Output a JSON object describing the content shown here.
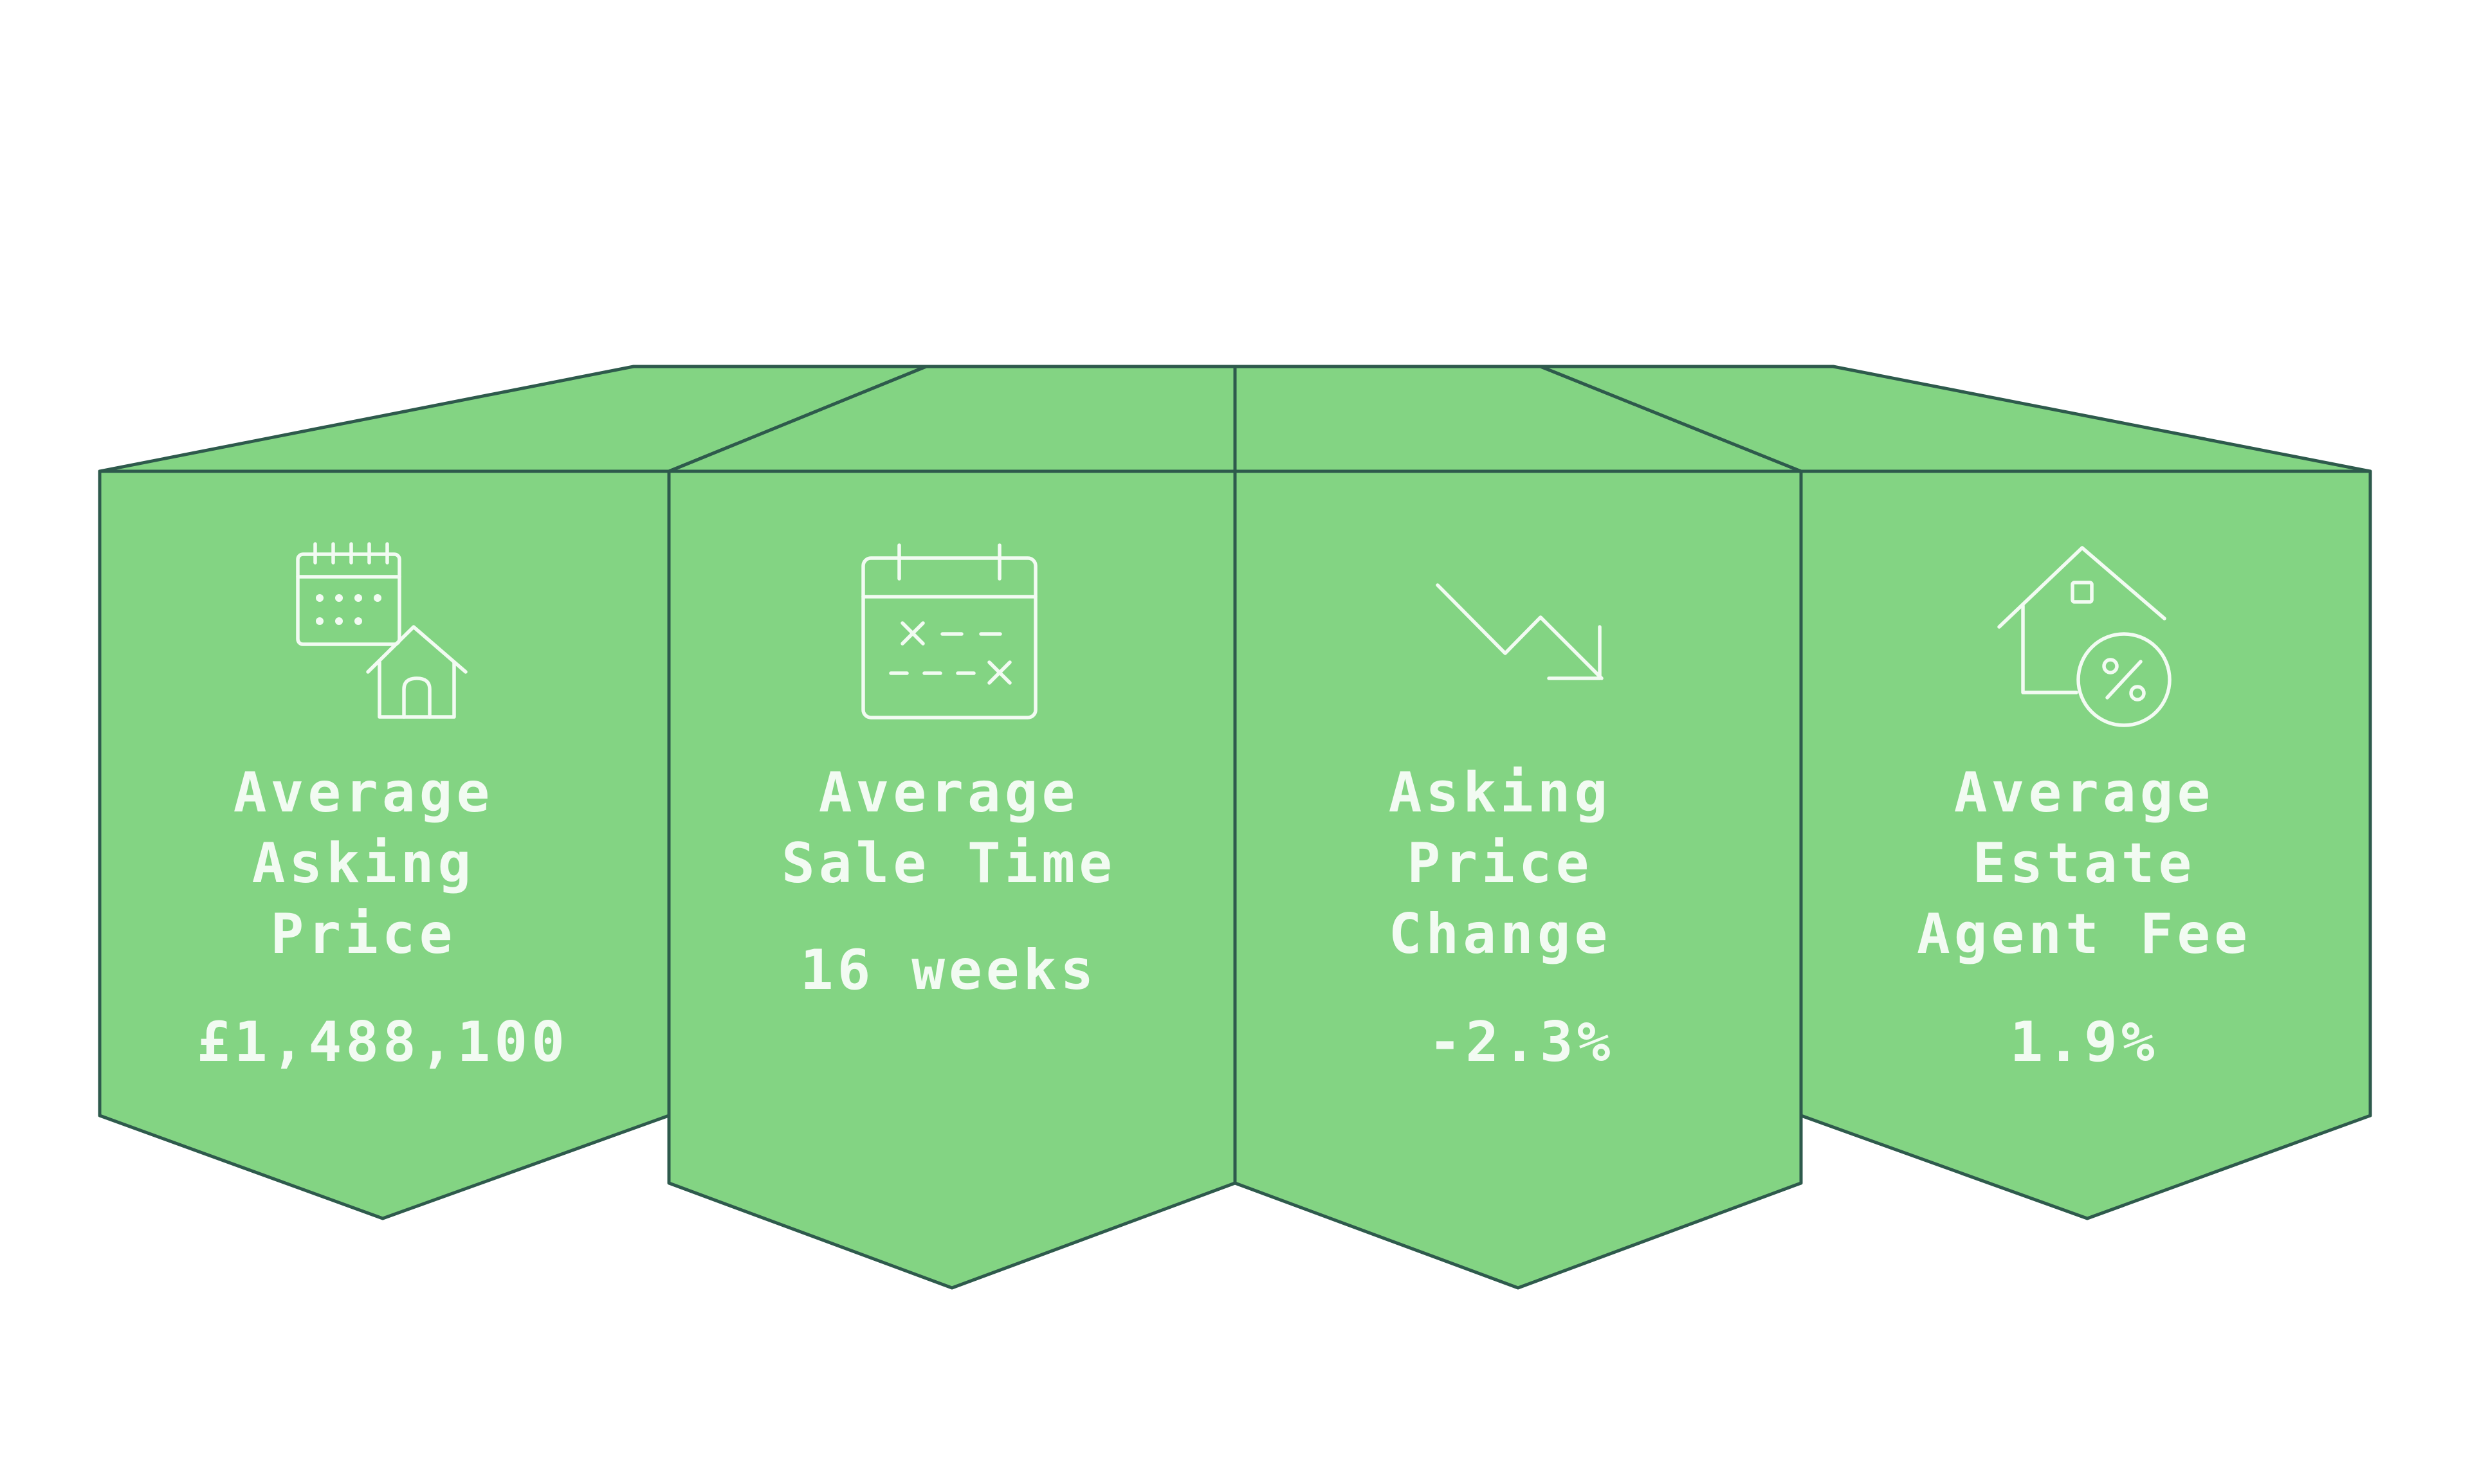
{
  "colors": {
    "card_fill": "#83d483",
    "outline": "#2e5a4c",
    "text": "#f2fbf2",
    "background": "#ffffff"
  },
  "cards": [
    {
      "icon": "calendar-house-icon",
      "title_lines": [
        "Average",
        "Asking",
        "Price"
      ],
      "value": "£1,488,100"
    },
    {
      "icon": "calendar-schedule-icon",
      "title_lines": [
        "Average",
        "Sale Time"
      ],
      "value": "16 weeks"
    },
    {
      "icon": "trend-down-arrow-icon",
      "title_lines": [
        "Asking",
        "Price",
        "Change"
      ],
      "value": "-2.3%"
    },
    {
      "icon": "house-percent-icon",
      "title_lines": [
        "Average",
        "Estate",
        "Agent Fee"
      ],
      "value": "1.9%"
    }
  ]
}
